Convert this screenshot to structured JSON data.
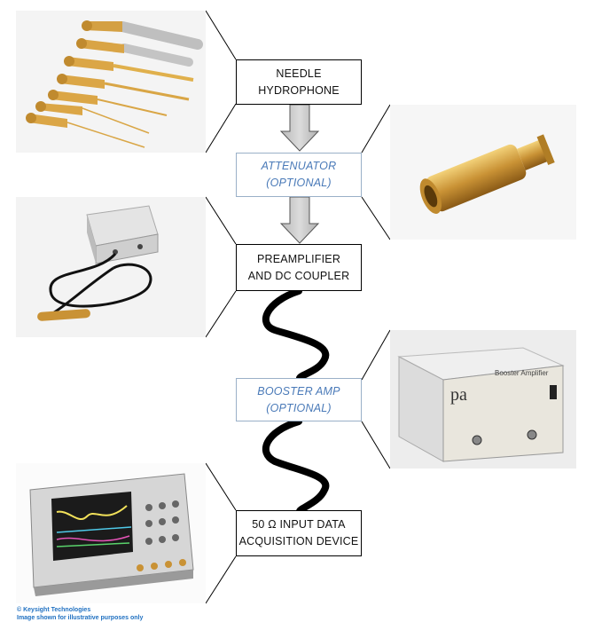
{
  "boxes": {
    "needle_hydrophone": [
      "NEEDLE",
      "HYDROPHONE"
    ],
    "attenuator": [
      "ATTENUATOR",
      "(OPTIONAL)"
    ],
    "preamplifier": [
      "PREAMPLIFIER",
      "AND DC COUPLER"
    ],
    "booster_amp": [
      "BOOSTER AMP",
      "(OPTIONAL)"
    ],
    "daq": [
      "50 Ω INPUT DATA",
      "ACQUISITION DEVICE"
    ]
  },
  "booster_panel": {
    "logo": "pa",
    "title": "Booster Amplifier"
  },
  "credit": {
    "line1": "© Keysight Technologies",
    "line2": "Image shown for illustrative purposes only"
  },
  "colors": {
    "box_border": "#000000",
    "optional_text": "#4a7ab8",
    "optional_border": "#9ab0c8",
    "arrow_fill": "#c8c8c8",
    "credit_text": "#1f70c1"
  },
  "icons": [
    "down-arrow-icon",
    "coax-cable-icon"
  ]
}
